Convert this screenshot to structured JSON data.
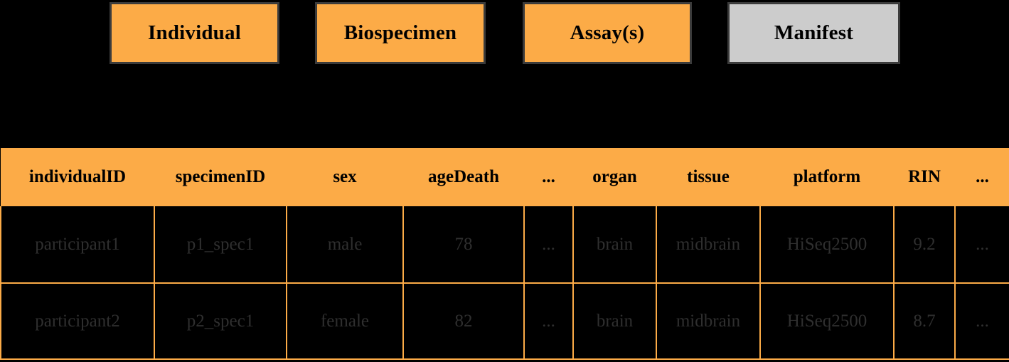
{
  "colors": {
    "orange": "#fcab47",
    "grey": "#cccccc",
    "background": "#000000",
    "node_border": "#3b3b3b",
    "header_text": "#000000",
    "cell_text": "#2f2f2f"
  },
  "nodes": [
    {
      "id": "individual",
      "label": "Individual",
      "fill": "orange"
    },
    {
      "id": "biospecimen",
      "label": "Biospecimen",
      "fill": "orange"
    },
    {
      "id": "assays",
      "label": "Assay(s)",
      "fill": "orange"
    },
    {
      "id": "manifest",
      "label": "Manifest",
      "fill": "grey"
    }
  ],
  "table": {
    "columns": [
      "individualID",
      "specimenID",
      "sex",
      "ageDeath",
      "...",
      "organ",
      "tissue",
      "platform",
      "RIN",
      "..."
    ],
    "rows": [
      {
        "individualID": "participant1",
        "specimenID": "p1_spec1",
        "sex": "male",
        "ageDeath": "78",
        "ellipsis1": "...",
        "organ": "brain",
        "tissue": "midbrain",
        "platform": "HiSeq2500",
        "RIN": "9.2",
        "ellipsis2": "..."
      },
      {
        "individualID": "participant2",
        "specimenID": "p2_spec1",
        "sex": "female",
        "ageDeath": "82",
        "ellipsis1": "...",
        "organ": "brain",
        "tissue": "midbrain",
        "platform": "HiSeq2500",
        "RIN": "8.7",
        "ellipsis2": "..."
      }
    ]
  }
}
